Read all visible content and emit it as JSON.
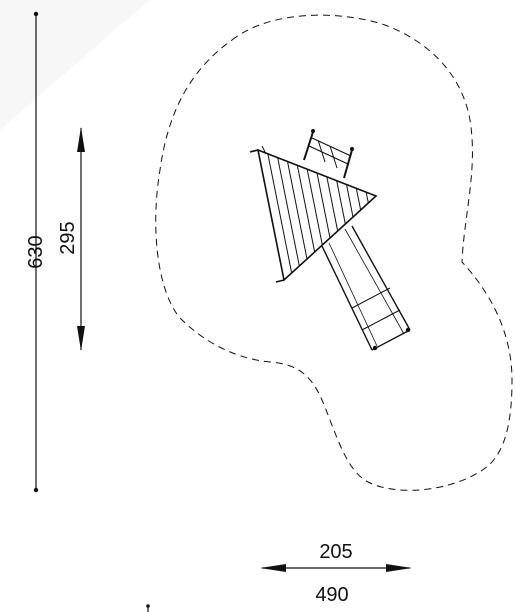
{
  "dimensions": {
    "total_height": "630",
    "footprint_height": "295",
    "footprint_width": "205",
    "total_width": "490"
  },
  "colors": {
    "ink": "#111111",
    "background": "#ffffff"
  }
}
